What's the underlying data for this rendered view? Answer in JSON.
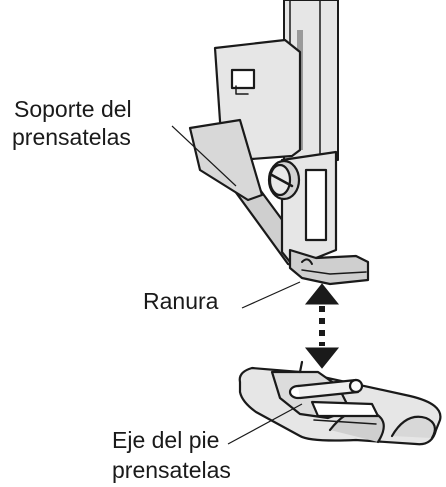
{
  "labels": {
    "holder_line1": "Soporte del",
    "holder_line2": "prensatelas",
    "groove": "Ranura",
    "pin_line1": "Eje del pie",
    "pin_line2": "prensatelas"
  },
  "colors": {
    "ink": "#1a1a1a",
    "metal_light": "#e6e6e6",
    "metal_mid": "#cfcfcf",
    "metal_dark": "#a9a9a9",
    "background": "#ffffff"
  }
}
